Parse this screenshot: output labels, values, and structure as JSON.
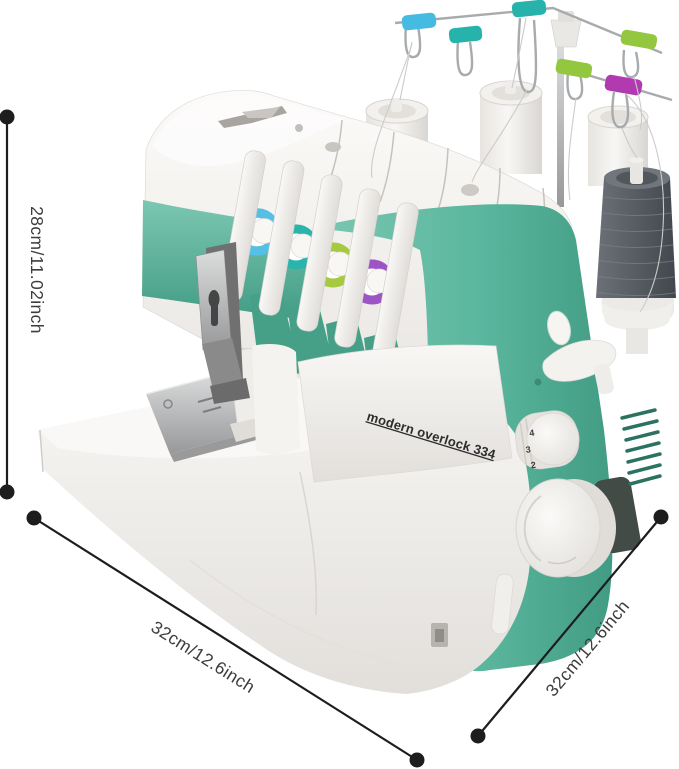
{
  "product": {
    "model_label": "modern overlock 334"
  },
  "annotations": {
    "height": {
      "label": "28cm/11.02inch"
    },
    "width": {
      "label": "32cm/12.6inch"
    },
    "depth": {
      "label": "32cm/12.6inch"
    }
  },
  "side_panel": {
    "stitch_dial_numbers": [
      "4",
      "3",
      "2"
    ]
  },
  "colors": {
    "body_teal_light": "#7cc7b1",
    "body_teal": "#5bb79e",
    "body_teal_dark": "#429c84",
    "vent_slot": "#2b7260",
    "clip_cyan": "#45bbe2",
    "clip_teal": "#27b3ab",
    "clip_green": "#93c73f",
    "clip_magenta": "#b13ab0",
    "dial_ring_blue": "#55bfe4",
    "dial_ring_teal": "#2ab5ac",
    "dial_ring_green": "#a6c93f",
    "dial_ring_purple": "#9d55c5",
    "thread_cone_light": "#6b7177",
    "thread_cone_dark": "#41474c",
    "dimension_line": "#1d1d1d",
    "label_text": "#3d3d3d",
    "model_text": "#2d2d2d"
  }
}
